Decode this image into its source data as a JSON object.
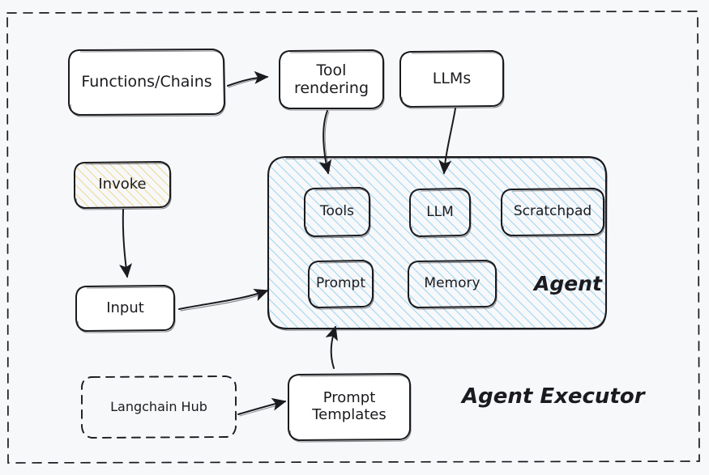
{
  "diagram": {
    "title": "Agent Executor",
    "style": "hand-drawn-excalidraw",
    "background_color": "#f7f8fa",
    "stroke_color": "#1b1b1f",
    "colors": {
      "agent_fill": "#a5d8f3",
      "agent_fill_light": "#cfeaf9",
      "invoke_fill": "#f2d98a",
      "invoke_fill_light": "#fcf3d3",
      "node_fill": "#ffffff",
      "text": "#1b1b1f"
    },
    "outer_container": {
      "label": "Agent Executor",
      "border_style": "dashed"
    },
    "agent_group": {
      "label": "Agent",
      "fill_style": "hachure",
      "border_style": "solid"
    },
    "nodes": [
      {
        "id": "functions-chains",
        "label": "Functions/Chains",
        "fill": "white",
        "border": "solid"
      },
      {
        "id": "tool-rendering",
        "label": "Tool\nrendering",
        "line1": "Tool",
        "line2": "rendering",
        "fill": "white",
        "border": "solid"
      },
      {
        "id": "llms",
        "label": "LLMs",
        "fill": "white",
        "border": "solid"
      },
      {
        "id": "invoke",
        "label": "Invoke",
        "fill": "yellow",
        "border": "solid"
      },
      {
        "id": "input",
        "label": "Input",
        "fill": "white",
        "border": "solid"
      },
      {
        "id": "tools",
        "label": "Tools",
        "fill": "none",
        "border": "solid"
      },
      {
        "id": "llm",
        "label": "LLM",
        "fill": "none",
        "border": "solid"
      },
      {
        "id": "scratchpad",
        "label": "Scratchpad",
        "fill": "none",
        "border": "solid"
      },
      {
        "id": "prompt",
        "label": "Prompt",
        "fill": "none",
        "border": "solid"
      },
      {
        "id": "memory",
        "label": "Memory",
        "fill": "none",
        "border": "solid"
      },
      {
        "id": "langchain-hub",
        "label": "Langchain Hub",
        "fill": "none",
        "border": "dashed"
      },
      {
        "id": "prompt-templates",
        "label": "Prompt\nTemplates",
        "line1": "Prompt",
        "line2": "Templates",
        "fill": "white",
        "border": "solid"
      }
    ],
    "edges": [
      {
        "id": "functions-to-tool-rendering",
        "from": "functions-chains",
        "to": "tool-rendering",
        "arrowhead": "end"
      },
      {
        "id": "tool-rendering-to-tools",
        "from": "tool-rendering",
        "to": "tools",
        "arrowhead": "end"
      },
      {
        "id": "llms-to-llm",
        "from": "llms",
        "to": "llm",
        "arrowhead": "end"
      },
      {
        "id": "invoke-to-input",
        "from": "invoke",
        "to": "input",
        "arrowhead": "end"
      },
      {
        "id": "input-to-agent",
        "from": "input",
        "to": "agent_group",
        "arrowhead": "end"
      },
      {
        "id": "prompt-templates-to-prompt",
        "from": "prompt-templates",
        "to": "prompt",
        "arrowhead": "end"
      },
      {
        "id": "langchain-hub-to-prompt-templates",
        "from": "langchain-hub",
        "to": "prompt-templates",
        "arrowhead": "end"
      }
    ]
  }
}
